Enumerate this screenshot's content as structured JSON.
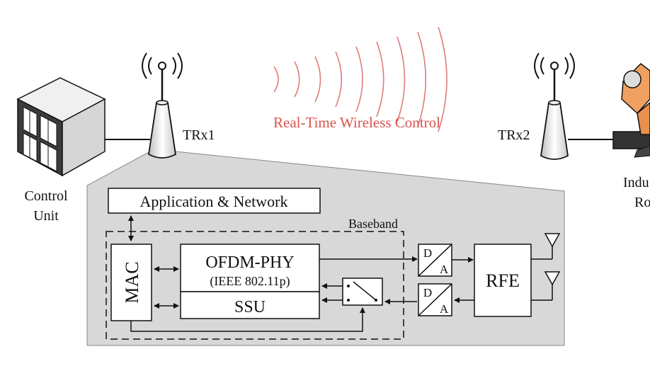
{
  "nodes": {
    "control_unit": {
      "line1": "Control",
      "line2": "Unit"
    },
    "trx1": "TRx1",
    "trx2": "TRx2",
    "link": "Real-Time Wireless Control",
    "robot": {
      "line1": "Indu",
      "line2": "Ro"
    }
  },
  "detail": {
    "app_net": "Application & Network",
    "baseband": "Baseband",
    "mac": "MAC",
    "ofdm": "OFDM-PHY",
    "ieee": "(IEEE 802.11p)",
    "ssu": "SSU",
    "dac": {
      "top": "D",
      "bottom": "A"
    },
    "adc": {
      "top": "D",
      "bottom": "A"
    },
    "rfe": "RFE"
  },
  "colors": {
    "wave": "#e07a7a",
    "panel": "#d8d8d8",
    "robot": "#f0a060"
  }
}
